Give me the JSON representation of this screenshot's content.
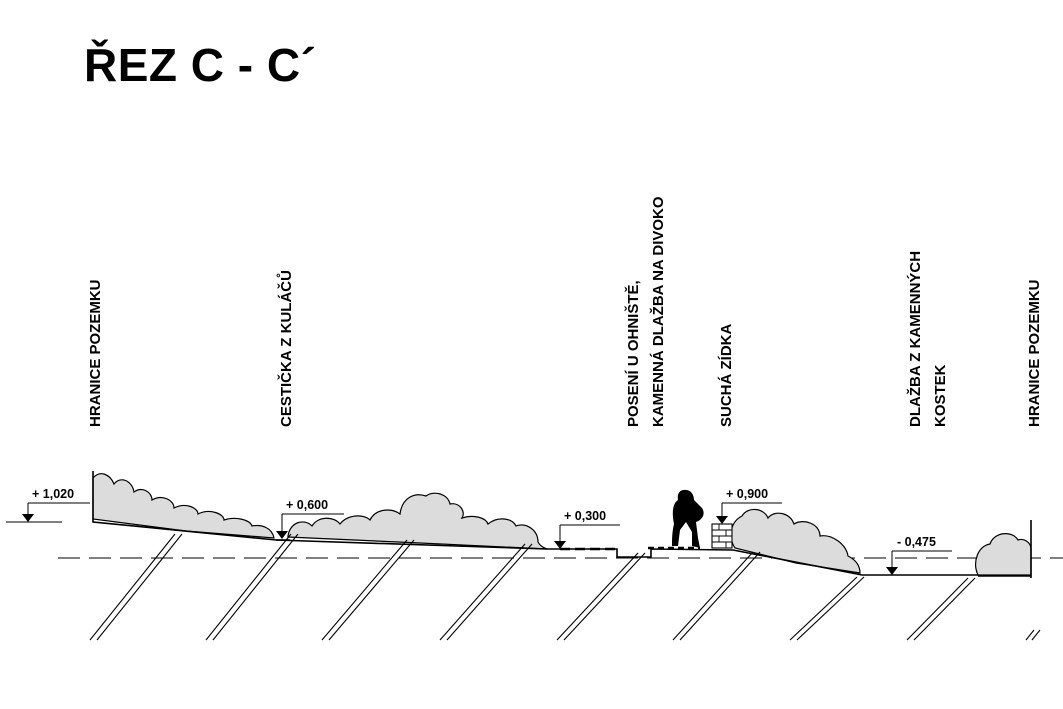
{
  "title": "ŘEZ C - C´",
  "labels": {
    "hranice_left": "HRANICE POZEMKU",
    "cesticka": "CESTIČKA Z KULÁČŮ",
    "poseni_line1": "POSENÍ U OHNIŠTĚ,",
    "poseni_line2": "KAMENNÁ DLAŽBA NA DIVOKO",
    "sucha_zidka": "SUCHÁ ZÍDKA",
    "dlazba_line1": "DLAŽBA Z KAMENNÝCH",
    "dlazba_line2": "KOSTEK",
    "hranice_right": "HRANICE POZEMKU"
  },
  "levels": {
    "l1": "+ 1,020",
    "l2": "+ 0,600",
    "l3": "+ 0,300",
    "l4": "+ 0,900",
    "l5": "- 0,475"
  }
}
